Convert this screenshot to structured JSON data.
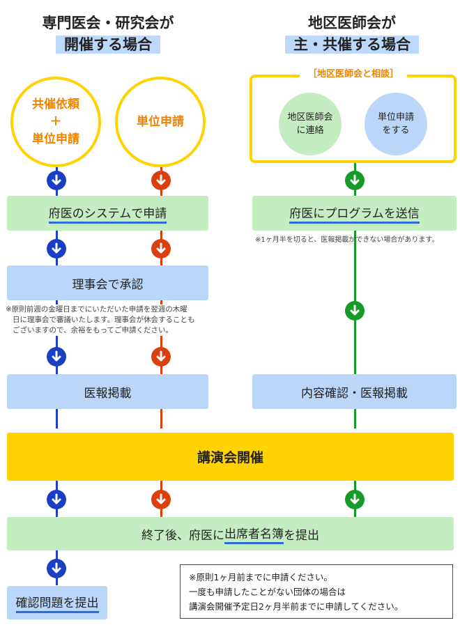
{
  "left_header": {
    "line1": "専門医会・研究会が",
    "line2": "開催する場合"
  },
  "right_header": {
    "line1": "地区医師会が",
    "line2": "主・共催する場合"
  },
  "circle_coop": {
    "line1": "共催依頼",
    "line2": "＋",
    "line3": "単位申請"
  },
  "circle_unit": "単位申請",
  "consult": {
    "title": "［地区医師会と相談］",
    "bubble_contact": {
      "line1": "地区医師会",
      "line2": "に連絡"
    },
    "bubble_unit": {
      "line1": "単位申請",
      "line2": "をする"
    }
  },
  "step_system_apply": "府医のシステムで申請",
  "step_send_program": "府医にプログラムを送信",
  "note_send_program": "※1ヶ月半を切ると、医報掲載ができない場合があります。",
  "step_board_approve": "理事会で承認",
  "note_board": {
    "line1": "※原則前週の金曜日までにいただいた申請を翌週の木曜",
    "line2": "日に理事会で審議いたします。理事会が休会することも",
    "line3": "ございますので、余裕をもってご申請ください。"
  },
  "step_publish_left": "医報掲載",
  "step_publish_right": "内容確認・医報掲載",
  "step_lecture": "講演会開催",
  "step_after": {
    "pre": "終了後、府医に",
    "underlined": "出席者名簿",
    "post": "を提出"
  },
  "step_quiz": "確認問題を提出",
  "notice": {
    "line1": "※原則1ヶ月前までに申請ください。",
    "line2": "一度も申請したことがない団体の場合は",
    "line3": "講演会開催予定日2ヶ月半前までに申請してください。"
  },
  "colors": {
    "yellow": "#ffd200",
    "orange_text": "#f08300",
    "green_box": "#c4edc2",
    "blue_box": "#bad6f9",
    "blue_flow": "#1a3fc4",
    "red_flow": "#d9400e",
    "green_flow": "#169b28"
  },
  "icons": {
    "arrow": "arrow-down-circle-icon"
  }
}
